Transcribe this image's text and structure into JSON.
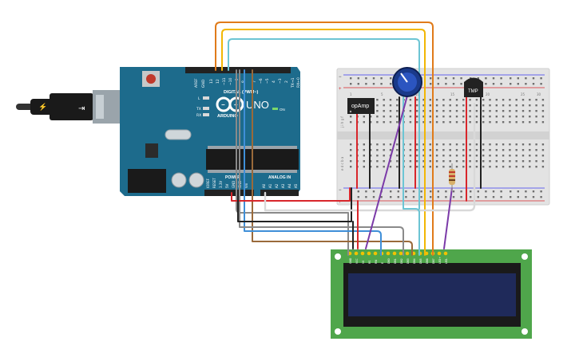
{
  "arduino": {
    "brand": "ARDUINO",
    "model": "UNO",
    "digital_label": "DIGITAL (PWM~)",
    "power_label": "POWER",
    "analog_label": "ANALOG IN",
    "on_label": "ON",
    "led_l": "L",
    "led_tx": "TX",
    "led_rx": "RX",
    "pin_aref": "AREF",
    "pin_gnd": "GND",
    "pin_13": "13",
    "pin_12": "12",
    "pin_11": "~11",
    "pin_10": "~10",
    "pin_9": "~9",
    "pin_8": "8",
    "pin_7": "7",
    "pin_6": "~6",
    "pin_5": "~5",
    "pin_4": "4",
    "pin_3": "~3",
    "pin_2": "2",
    "pin_tx": "TX→1",
    "pin_rx": "RX←0",
    "pwr_ioref": "IOREF",
    "pwr_reset": "RESET",
    "pwr_3v3": "3.3V",
    "pwr_5v": "5V",
    "pwr_gnd1": "GND",
    "pwr_gnd2": "GND",
    "pwr_vin": "Vin",
    "a0": "A0",
    "a1": "A1",
    "a2": "A2",
    "a3": "A3",
    "a4": "A4",
    "a5": "A5"
  },
  "breadboard": {
    "row_top": "j i h g f",
    "row_bottom": "e d c b a",
    "col_1": "1",
    "col_5": "5",
    "col_10": "10",
    "col_15": "15",
    "col_20": "20",
    "col_25": "25",
    "col_30": "30"
  },
  "components": {
    "opamp_label": "opAmp",
    "sensor_label": "TMP"
  },
  "lcd": {
    "pin_gnd": "GND",
    "pin_vcc": "VCC",
    "pin_v0": "V0",
    "pin_rs": "RS",
    "pin_rw": "RW",
    "pin_e": "E",
    "pin_d0": "DB0",
    "pin_d1": "DB1",
    "pin_d2": "DB2",
    "pin_d3": "DB3",
    "pin_d4": "DB4",
    "pin_d5": "DB5",
    "pin_d6": "DB6",
    "pin_d7": "DB7",
    "pin_led_p": "LED+",
    "pin_led_n": "LED-"
  },
  "colors": {
    "board": "#1d6b8c",
    "lcd_pcb": "#4fa64b",
    "lcd_screen": "#1f2a5a",
    "wire_orange": "#e07b1a",
    "wire_yellow": "#f2b705",
    "wire_cyan": "#6cc5d4",
    "wire_red": "#d8262b",
    "wire_black": "#222222",
    "wire_purple": "#7b3aa8",
    "wire_gray": "#8a8a8a",
    "wire_brown": "#9a6a3a",
    "wire_white": "#e9e9e9",
    "wire_blue": "#3f8fd8"
  }
}
